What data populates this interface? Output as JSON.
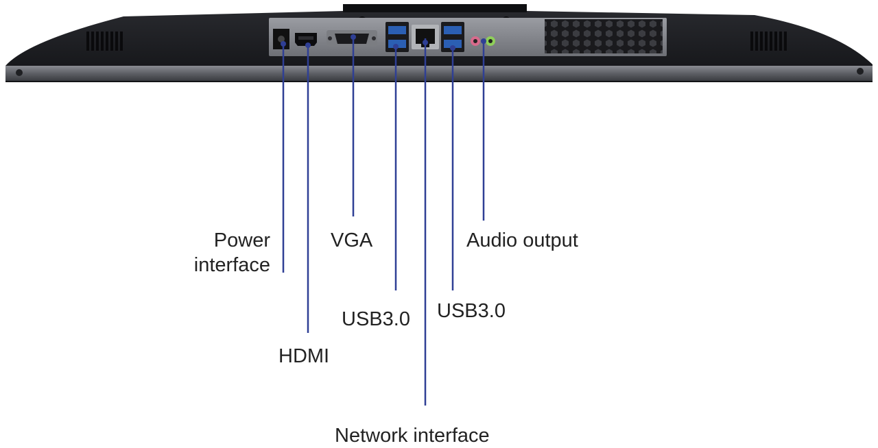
{
  "diagram": {
    "device": "monitor-bottom-view",
    "leader_color": "#2f3f95",
    "body_color": "#1c1d21",
    "bezel_color": "#55575c",
    "labels": {
      "power": "Power\ninterface",
      "hdmi": "HDMI",
      "vga": "VGA",
      "usb_left": "USB3.0",
      "network": "Network interface",
      "usb_right": "USB3.0",
      "audio": "Audio output"
    },
    "ports": [
      {
        "id": "power",
        "icon": "dc-power-jack-icon"
      },
      {
        "id": "hdmi",
        "icon": "hdmi-port-icon"
      },
      {
        "id": "vga",
        "icon": "vga-port-icon"
      },
      {
        "id": "usb_left",
        "icon": "usb3-double-port-icon"
      },
      {
        "id": "network",
        "icon": "rj45-port-icon"
      },
      {
        "id": "usb_right",
        "icon": "usb3-double-port-icon"
      },
      {
        "id": "audio",
        "icon": "audio-jack-icon"
      }
    ]
  }
}
